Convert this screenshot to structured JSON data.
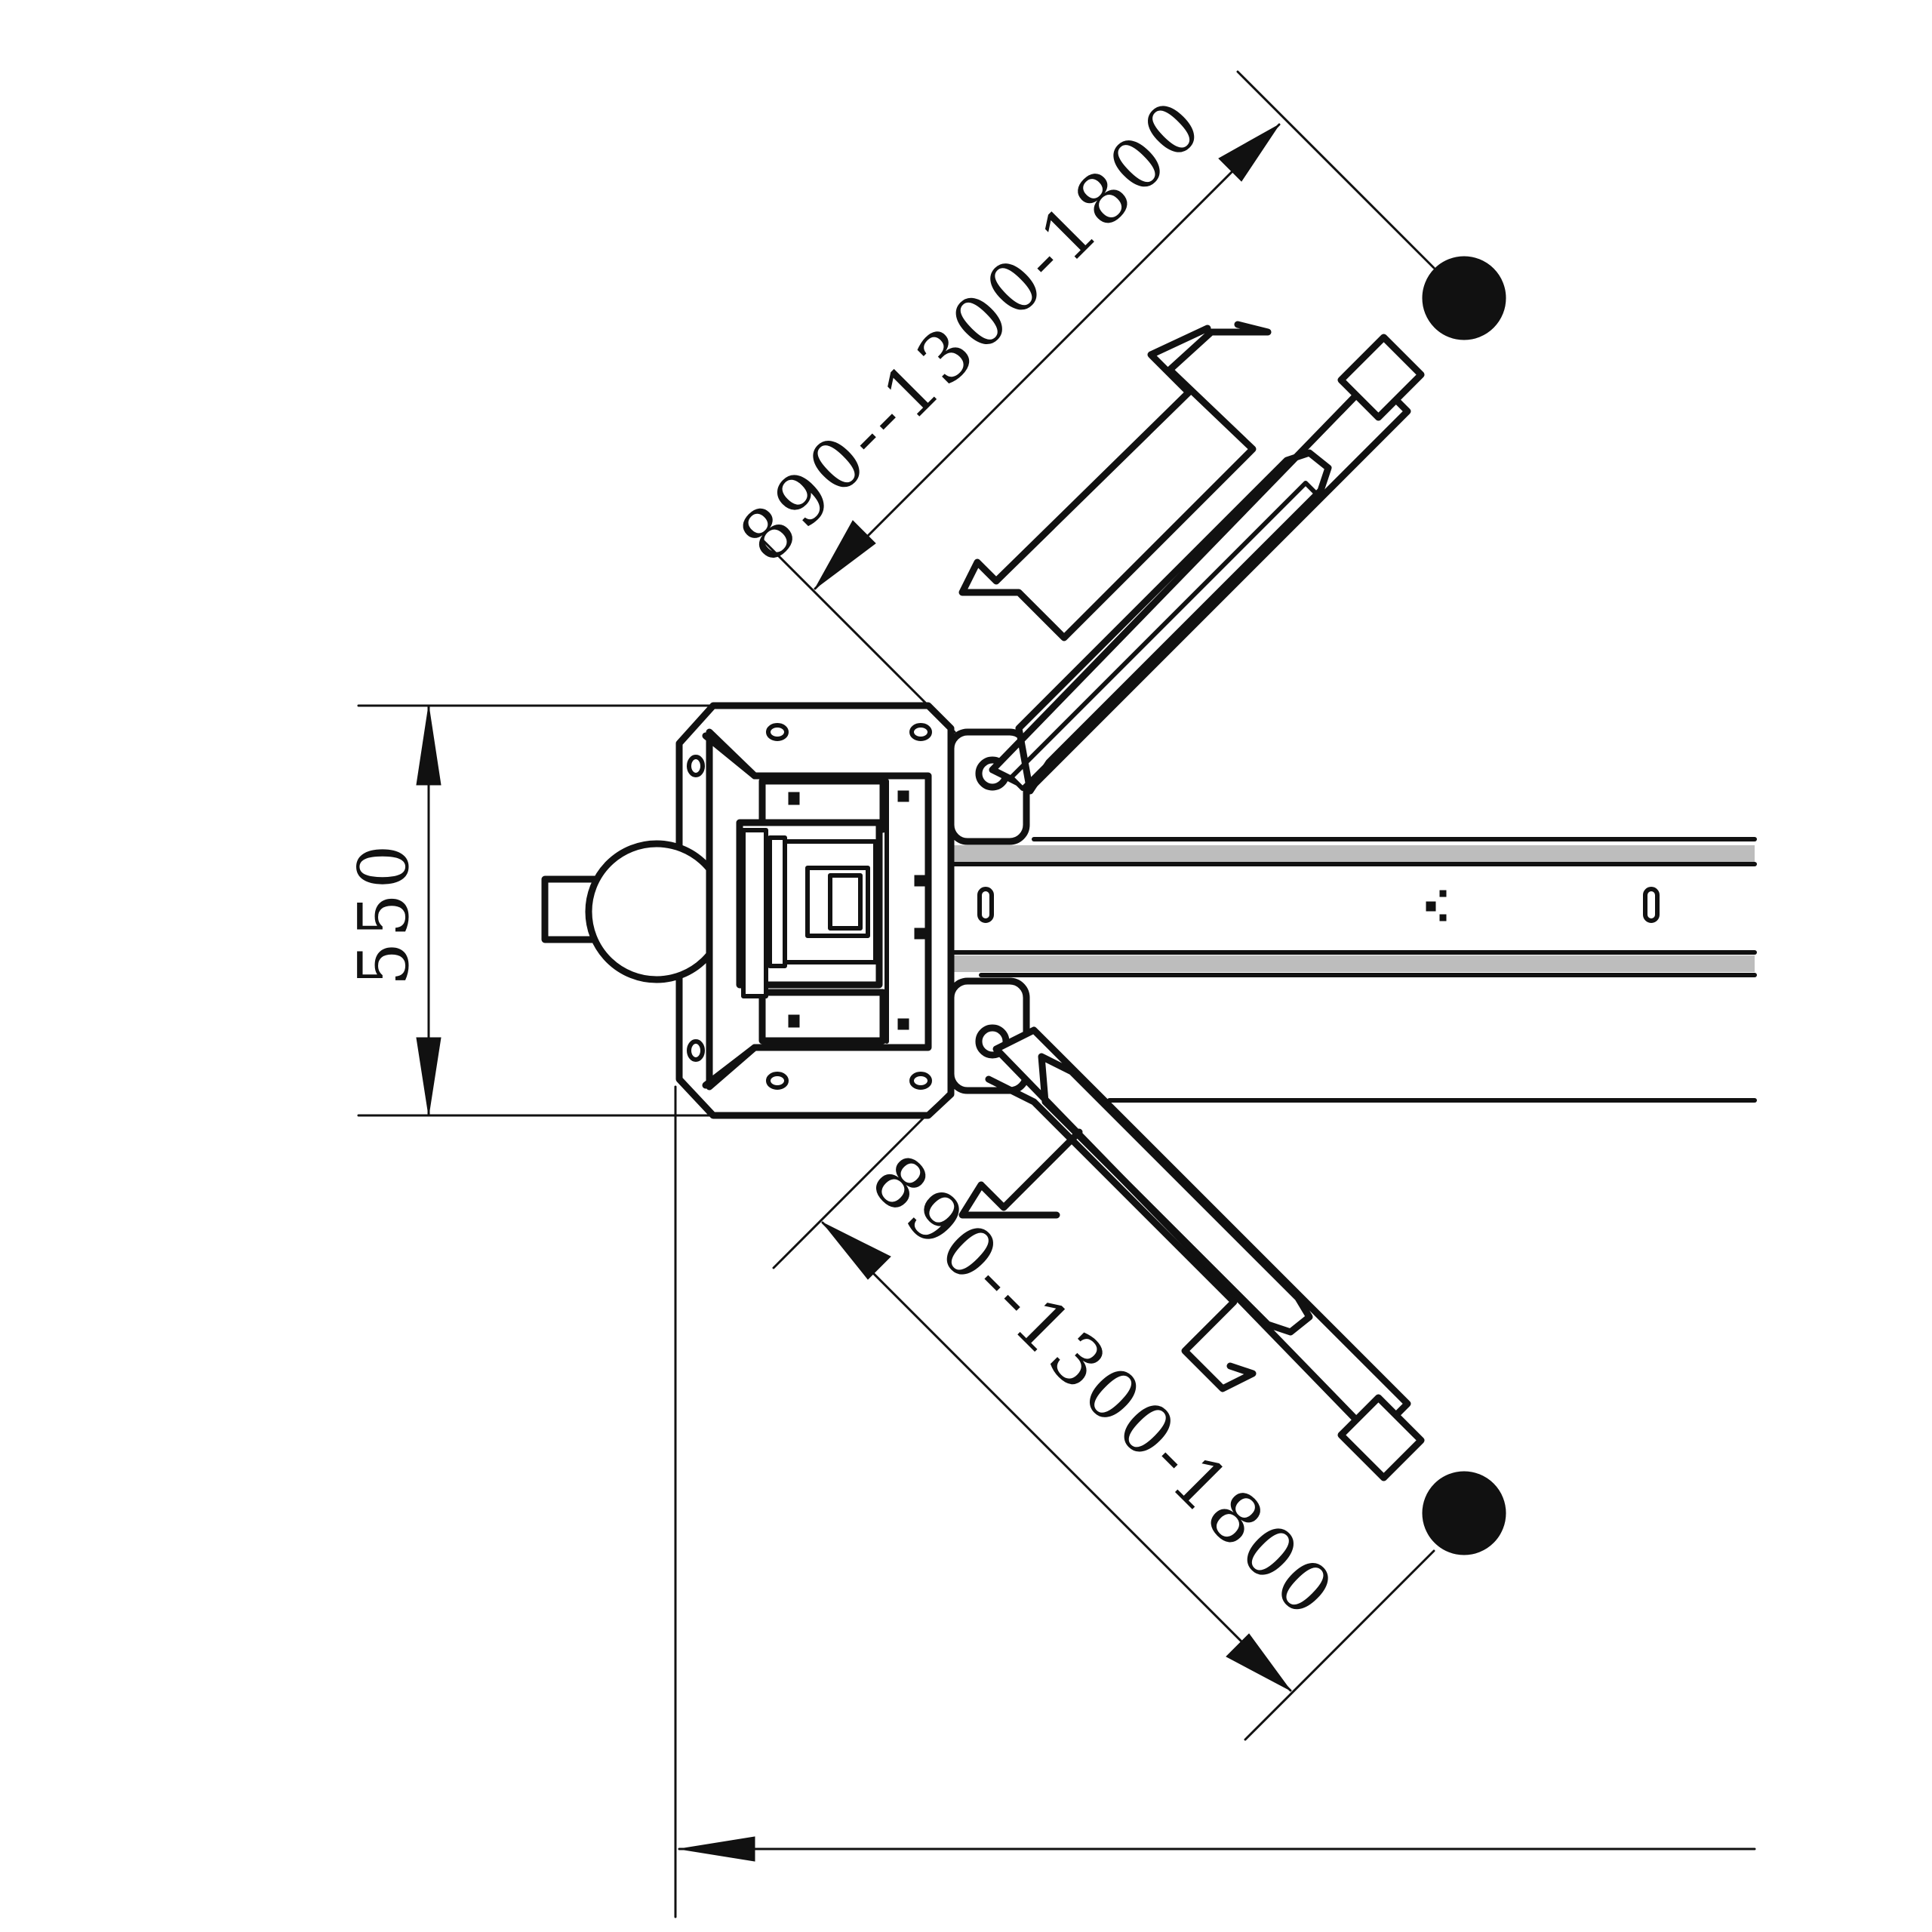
{
  "dimensions": {
    "height_label": "550",
    "upper_arm_label": "890--1300-1800",
    "lower_arm_label": "890--1300-1800"
  },
  "track_markers": {
    "near": "0",
    "far": "0"
  },
  "colors": {
    "ink": "#111111",
    "background": "#ffffff",
    "rail_shade": "#bdbdbd"
  }
}
